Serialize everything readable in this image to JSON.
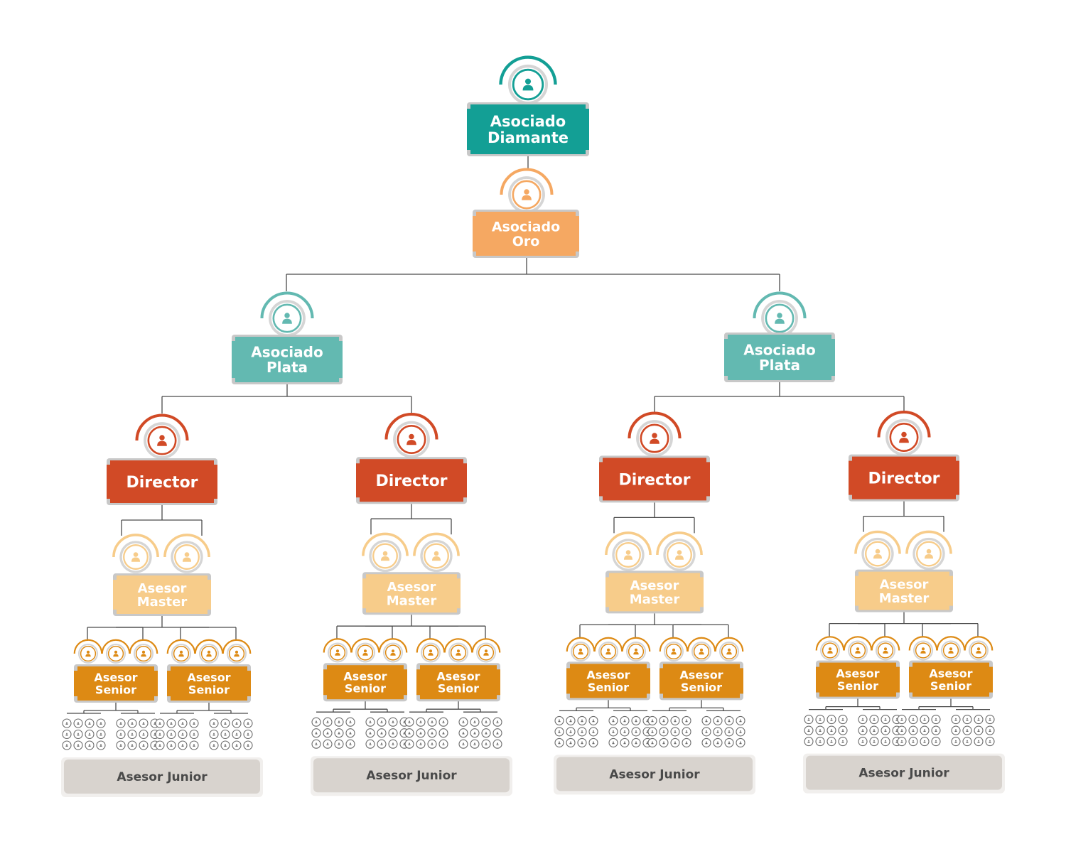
{
  "colors": {
    "diamond": "#139f95",
    "gold": "#f5a862",
    "silver": "#63b9b1",
    "director": "#d14a26",
    "master": "#f7cc8a",
    "senior": "#dd8a14",
    "junior_bar": "#d8d3ce",
    "junior_icon": "#6a6a6a",
    "frame": "#c8c8c8",
    "line": "#4a4a4a"
  },
  "top": {
    "diamond": {
      "label_lines": [
        "Asociado",
        "Diamante"
      ],
      "icon": "user-icon"
    },
    "gold": {
      "label_lines": [
        "Asociado",
        "Oro"
      ],
      "icon": "user-icon"
    }
  },
  "silver_nodes": [
    {
      "label_lines": [
        "Asociado",
        "Plata"
      ],
      "icon": "user-icon"
    },
    {
      "label_lines": [
        "Asociado",
        "Plata"
      ],
      "icon": "user-icon"
    }
  ],
  "branches": [
    {
      "director": "Director",
      "master_lines": [
        "Asesor",
        "Master"
      ],
      "senior_lines": [
        "Asesor",
        "Senior"
      ],
      "junior": "Asesor Junior"
    },
    {
      "director": "Director",
      "master_lines": [
        "Asesor",
        "Master"
      ],
      "senior_lines": [
        "Asesor",
        "Senior"
      ],
      "junior": "Asesor Junior"
    },
    {
      "director": "Director",
      "master_lines": [
        "Asesor",
        "Master"
      ],
      "senior_lines": [
        "Asesor",
        "Senior"
      ],
      "junior": "Asesor Junior"
    },
    {
      "director": "Director",
      "master_lines": [
        "Asesor",
        "Master"
      ],
      "senior_lines": [
        "Asesor",
        "Senior"
      ],
      "junior": "Asesor Junior"
    }
  ]
}
